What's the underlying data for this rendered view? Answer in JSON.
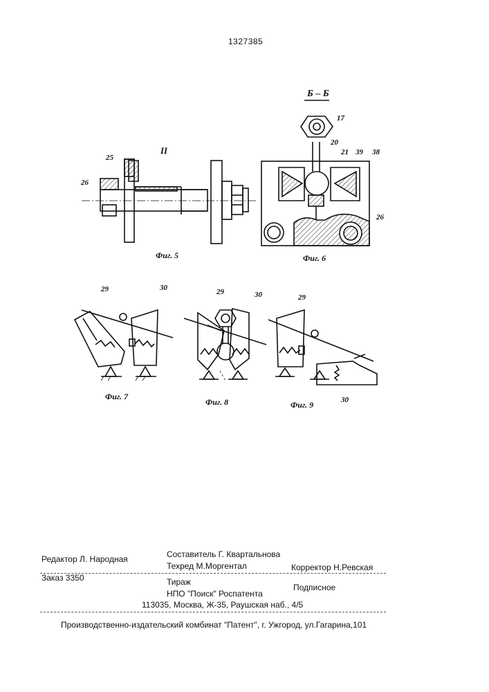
{
  "patent_number": "1327385",
  "section_label_bb": "Б – Б",
  "view_label": "II",
  "figures": {
    "fig5": "Фиг. 5",
    "fig6": "Фиг. 6",
    "fig7": "Фиг. 7",
    "fig8": "Фиг. 8",
    "fig9": "Фиг. 9"
  },
  "part_numbers": {
    "n25": "25",
    "n26a": "26",
    "n17": "17",
    "n20": "20",
    "n21": "21",
    "n39": "39",
    "n38": "38",
    "n26b": "26",
    "n29a": "29",
    "n30a": "30",
    "n29b": "29",
    "n30b": "30",
    "n29c": "29",
    "n30c": "30"
  },
  "imprint": {
    "editor": "Редактор  Л. Народная",
    "compiler": "Составитель  Г. Квартальнова",
    "techred": "Техред М.Моргентал",
    "corrector": "Корректор  Н.Ревская",
    "order": "Заказ 3350",
    "tirazh": "Тираж",
    "subscription": "Подписное",
    "org": "НПО \"Поиск\" Роспатента",
    "address": "113035, Москва, Ж-35, Раушская наб., 4/5",
    "printer": "Производственно-издательский комбинат \"Патент\", г. Ужгород, ул.Гагарина,101"
  }
}
